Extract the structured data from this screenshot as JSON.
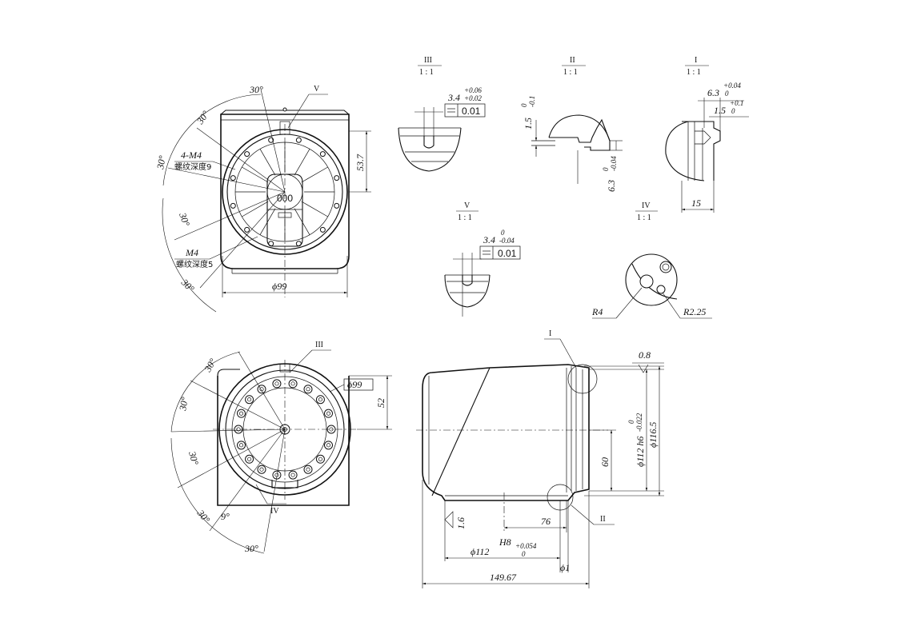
{
  "front_view": {
    "angle_labels": [
      "30°",
      "30°",
      "30°",
      "30°",
      "30°"
    ],
    "view_label": "V",
    "thread_note_1": "4-M4",
    "thread_note_1_sub": "螺纹深度9",
    "thread_note_2": "M4",
    "thread_note_2_sub": "螺纹深度5",
    "dim_height": "53.7",
    "dim_diameter": "ϕ99",
    "connector_label": "000"
  },
  "rear_view": {
    "angle_labels": [
      "30°",
      "30°",
      "30°",
      "30°",
      "30°"
    ],
    "small_angle": "9°",
    "view_label_top": "III",
    "view_label_bottom": "IV",
    "dim_diameter": "ϕ99",
    "dim_height": "52"
  },
  "detail_III": {
    "title": "III",
    "scale": "1 : 1",
    "dim_main": "3.4",
    "tol_upper": "+0.06",
    "tol_lower": "+0.02",
    "gdt_value": "0.01"
  },
  "detail_II": {
    "title": "II",
    "scale": "1 : 1",
    "dim_1": "1.5",
    "dim_1_upper": "0",
    "dim_1_lower": "-0.1",
    "dim_2": "6.3",
    "dim_2_upper": "0",
    "dim_2_lower": "-0.04"
  },
  "detail_I": {
    "title": "I",
    "scale": "1 : 1",
    "dim_1": "6.3",
    "dim_1_upper": "+0.04",
    "dim_1_lower": "0",
    "dim_2": "1.5",
    "dim_2_upper": "+0.1",
    "dim_2_lower": "0",
    "dim_3": "15"
  },
  "detail_V": {
    "title": "V",
    "scale": "1 : 1",
    "dim_main": "3.4",
    "tol_upper": "0",
    "tol_lower": "-0.04",
    "gdt_value": "0.01"
  },
  "detail_IV": {
    "title": "IV",
    "scale": "1 : 1",
    "radius_1": "R4",
    "radius_2": "R2.25"
  },
  "side_view": {
    "label_I": "I",
    "label_II": "II",
    "dim_08": "0.8",
    "dim_shaft": "ϕ112 h6",
    "dim_shaft_upper": "0",
    "dim_shaft_lower": "-0.022",
    "dim_outer": "ϕ116.5",
    "dim_60": "60",
    "dim_76": "76",
    "dim_16": "1.6",
    "dim_bore": "ϕ112",
    "dim_bore_fit": "H8",
    "dim_bore_upper": "+0.054",
    "dim_bore_lower": "0",
    "dim_phi1": "ϕ1",
    "dim_length": "149.67"
  }
}
